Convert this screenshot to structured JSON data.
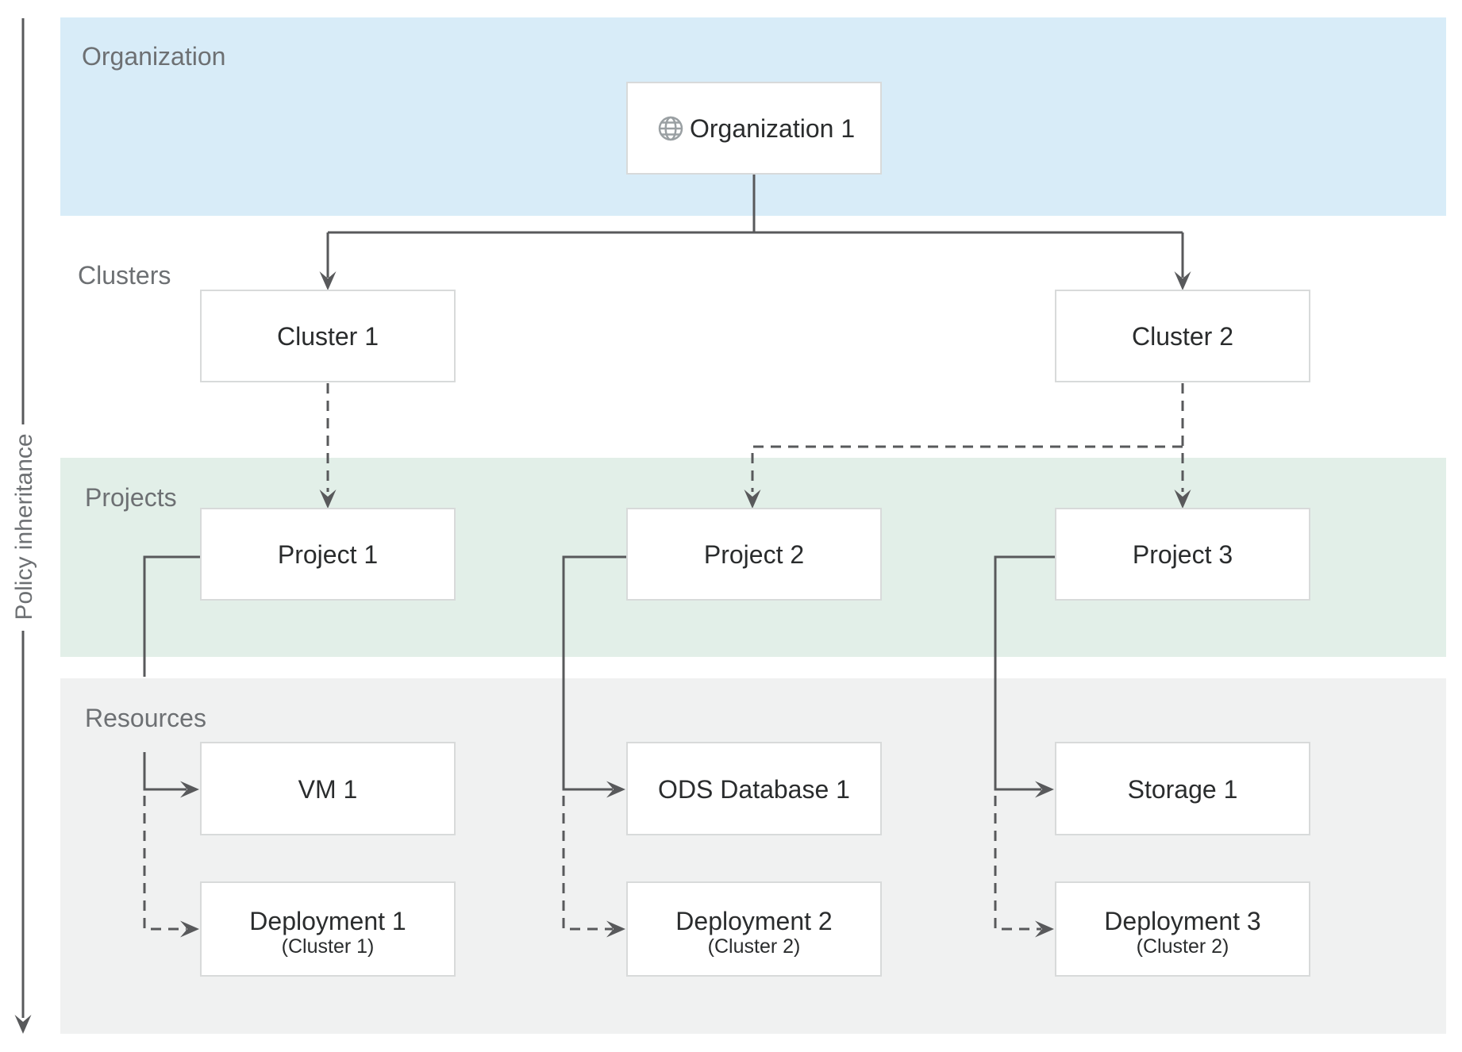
{
  "diagram": {
    "axis": {
      "label": "Policy inheritance"
    },
    "bands": {
      "organization": {
        "label": "Organization"
      },
      "clusters": {
        "label": "Clusters"
      },
      "projects": {
        "label": "Projects"
      },
      "resources": {
        "label": "Resources"
      }
    },
    "nodes": {
      "organization1": {
        "label": "Organization 1",
        "icon": "globe-icon"
      },
      "cluster1": {
        "label": "Cluster 1"
      },
      "cluster2": {
        "label": "Cluster 2"
      },
      "project1": {
        "label": "Project 1"
      },
      "project2": {
        "label": "Project 2"
      },
      "project3": {
        "label": "Project 3"
      },
      "vm1": {
        "label": "VM 1"
      },
      "odsDatabase1": {
        "label": "ODS Database 1"
      },
      "storage1": {
        "label": "Storage 1"
      },
      "deployment1": {
        "label": "Deployment 1",
        "sublabel": "(Cluster 1)"
      },
      "deployment2": {
        "label": "Deployment 2",
        "sublabel": "(Cluster 2)"
      },
      "deployment3": {
        "label": "Deployment 3",
        "sublabel": "(Cluster 2)"
      }
    },
    "edges": [
      {
        "from": "Organization 1",
        "to": "Cluster 1",
        "style": "solid"
      },
      {
        "from": "Organization 1",
        "to": "Cluster 2",
        "style": "solid"
      },
      {
        "from": "Cluster 1",
        "to": "Project 1",
        "style": "dashed"
      },
      {
        "from": "Cluster 2",
        "to": "Project 2",
        "style": "dashed"
      },
      {
        "from": "Cluster 2",
        "to": "Project 3",
        "style": "dashed"
      },
      {
        "from": "Project 1",
        "to": "VM 1",
        "style": "solid"
      },
      {
        "from": "Project 1",
        "to": "Deployment 1",
        "style": "dashed"
      },
      {
        "from": "Project 2",
        "to": "ODS Database 1",
        "style": "solid"
      },
      {
        "from": "Project 2",
        "to": "Deployment 2",
        "style": "dashed"
      },
      {
        "from": "Project 3",
        "to": "Storage 1",
        "style": "solid"
      },
      {
        "from": "Project 3",
        "to": "Deployment 3",
        "style": "dashed"
      }
    ],
    "colors": {
      "organization_band": "#d8ecf8",
      "projects_band": "#e2efe8",
      "resources_band": "#f0f1f1",
      "node_fill": "#ffffff",
      "node_border": "#d8dada",
      "connector": "#58595b",
      "node_text": "#2a2c2d",
      "band_label_text": "#6d7073",
      "globe_icon": "#9aa0a3"
    }
  }
}
